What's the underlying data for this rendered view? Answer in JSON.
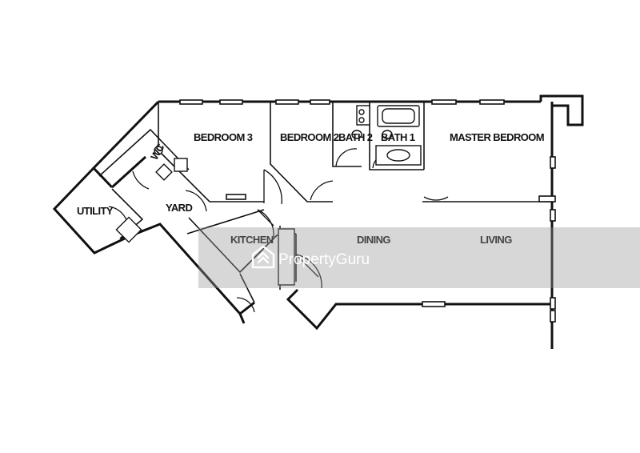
{
  "rooms": {
    "bedroom3": "BEDROOM 3",
    "bedroom2": "BEDROOM 2",
    "bath2": "BATH 2",
    "bath1": "BATH 1",
    "master_bedroom": "MASTER BEDROOM",
    "wc": "WC",
    "utility": "UTILITY",
    "yard": "YARD",
    "kitchen": "KITCHEN",
    "dining": "DINING",
    "living": "LIVING"
  },
  "watermark": {
    "brand": "PropertyGuru",
    "icon": "propertyguru-logo-icon"
  },
  "colors": {
    "line": "#111111",
    "background": "#ffffff",
    "watermark_band": "#969696"
  }
}
